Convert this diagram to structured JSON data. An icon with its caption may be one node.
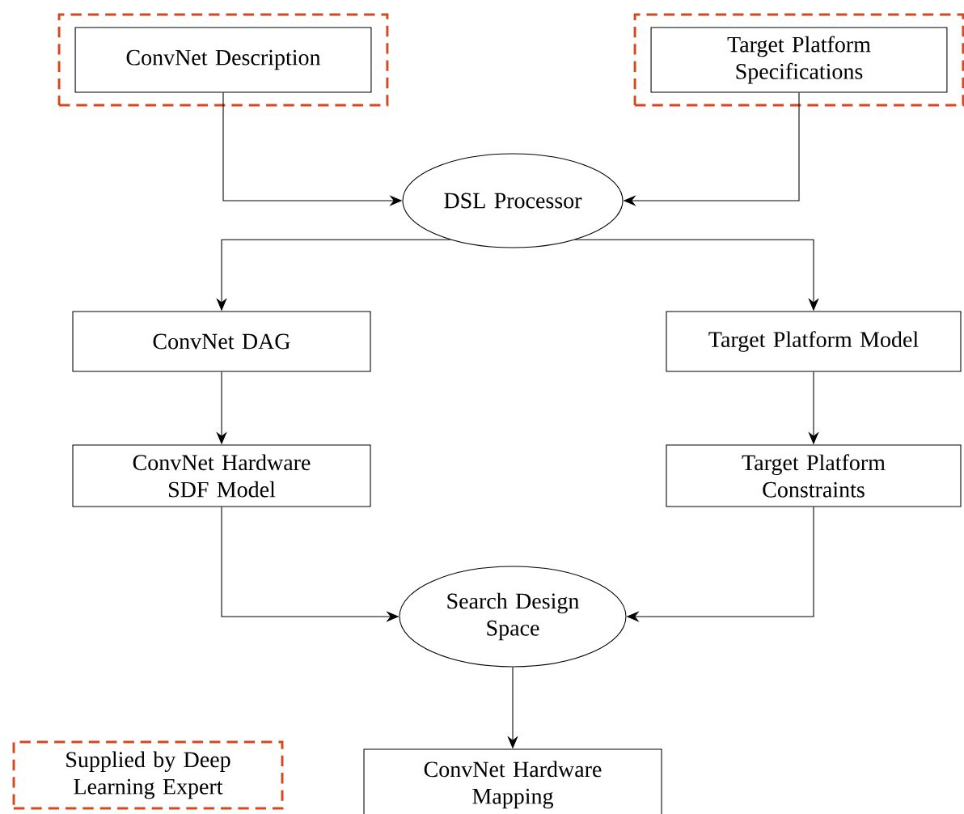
{
  "diagram": {
    "nodes": [
      {
        "text": [],
        "shape": "box"
      },
      {
        "text": [
          "ConvNet Description"
        ],
        "in": 0
      },
      {
        "text": [],
        "shape": "box"
      },
      {
        "text": [
          "Target Platform Specifications"
        ],
        "in": 2
      },
      {
        "text": [
          "DSL Processor"
        ]
      },
      {
        "text": [
          "ConvNet DAG"
        ]
      },
      {
        "text": [
          "Target Platform Model"
        ]
      },
      {
        "text": [
          "ConvNet Hardware SDF Model"
        ]
      },
      {
        "text": [
          "Target Platform Constraints"
        ]
      },
      {
        "text": [
          "Search Design Space"
        ]
      },
      {
        "text": [
          "ConvNet Hardware Mapping"
        ]
      }
    ],
    "edges": [
      {
        "from": 1,
        "to": 4,
        "arrow": "to"
      },
      {
        "from": 3,
        "to": 4,
        "arrow": "to"
      },
      {
        "from": 4,
        "to": 5,
        "arrow": "to"
      },
      {
        "from": 4,
        "to": 6,
        "arrow": "to"
      },
      {
        "from": 5,
        "to": 7,
        "arrow": "to"
      },
      {
        "from": 6,
        "to": 8,
        "arrow": "to"
      },
      {
        "from": 7,
        "to": 9,
        "arrow": "to"
      },
      {
        "from": 8,
        "to": 9,
        "arrow": "to"
      },
      {
        "from": 9,
        "to": 10,
        "arrow": "to"
      }
    ],
    "legend": [
      {
        "text": "Supplied by Deep Learning Expert"
      }
    ]
  }
}
